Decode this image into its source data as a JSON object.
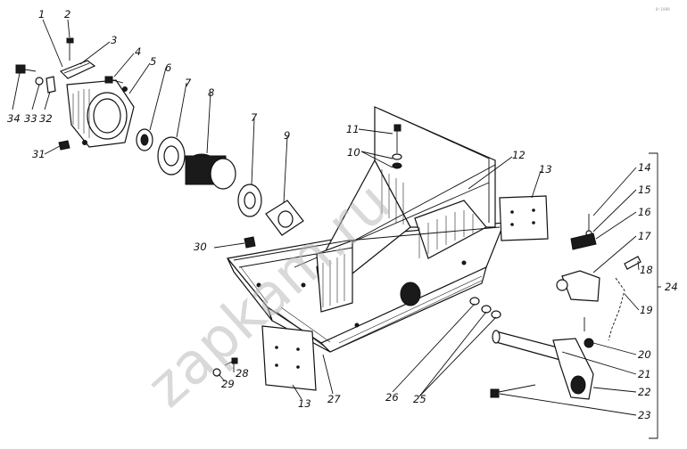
{
  "corner_mark": "8ᵉ·1999",
  "watermark": "zapkam.ru",
  "callouts": {
    "c1": "1",
    "c2": "2",
    "c3": "3",
    "c4": "4",
    "c5": "5",
    "c6": "6",
    "c7a": "7",
    "c7b": "7",
    "c8": "8",
    "c9": "9",
    "c10": "10",
    "c11": "11",
    "c12": "12",
    "c13a": "13",
    "c13b": "13",
    "c14": "14",
    "c15": "15",
    "c16": "16",
    "c17": "17",
    "c18": "18",
    "c19": "19",
    "c20": "20",
    "c21": "21",
    "c22": "22",
    "c23": "23",
    "c24": "24",
    "c25": "25",
    "c26": "26",
    "c27": "27",
    "c28": "28",
    "c29": "29",
    "c30": "30",
    "c31": "31",
    "c32": "32",
    "c33": "33",
    "c34": "34"
  }
}
